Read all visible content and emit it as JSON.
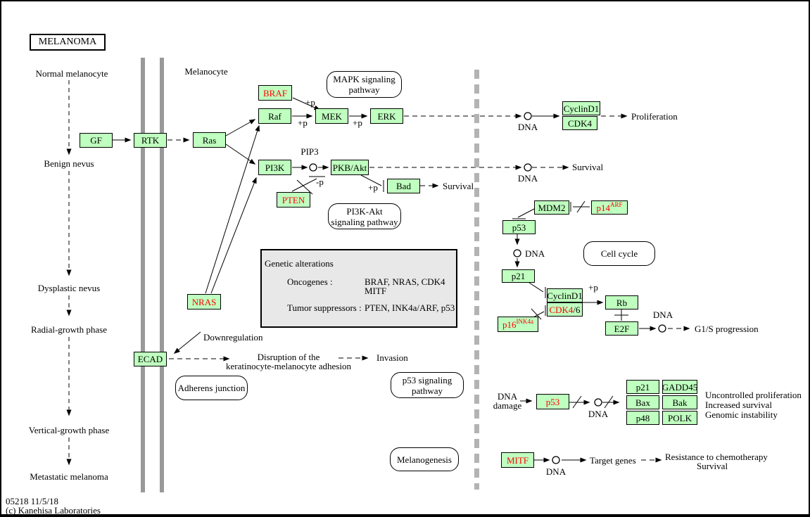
{
  "title": "MELANOMA",
  "cell_label": "Melanocyte",
  "progression": {
    "stages": [
      "Normal melanocyte",
      "Benign nevus",
      "Dysplastic nevus",
      "Radial-growth phase",
      "Vertical-growth phase",
      "Metastatic melanoma"
    ]
  },
  "genes": {
    "gf": "GF",
    "rtk": "RTK",
    "ras": "Ras",
    "braf": "BRAF",
    "raf": "Raf",
    "mek": "MEK",
    "erk": "ERK",
    "pi3k": "PI3K",
    "pkb_akt": "PKB/Akt",
    "pten": "PTEN",
    "bad": "Bad",
    "cyclind1": "CyclinD1",
    "cdk4": "CDK4",
    "nras": "NRAS",
    "ecad": "ECAD",
    "mdm2": "MDM2",
    "p14": {
      "base": "p14",
      "sup": "ARF"
    },
    "p53": "p53",
    "p21": "p21",
    "cdk46": {
      "mut": "CDK4",
      "rest": "/6"
    },
    "p16": {
      "base": "p16",
      "sup": "INK4a"
    },
    "rb": "Rb",
    "e2f": "E2F",
    "gadd45": "GADD45",
    "bax": "Bax",
    "bak": "Bak",
    "p48": "p48",
    "polk": "POLK",
    "mitf": "MITF"
  },
  "pathway_boxes": {
    "mapk": {
      "line1": "MAPK signaling",
      "line2": "pathway"
    },
    "pi3k_akt": {
      "line1": "PI3K-Akt",
      "line2": "signaling pathway"
    },
    "cell_cycle": {
      "line1": "Cell cycle"
    },
    "adherens": {
      "line1": "Adherens junction"
    },
    "p53_signaling": {
      "line1": "p53 signaling",
      "line2": "pathway"
    },
    "melanogenesis": {
      "line1": "Melanogenesis"
    }
  },
  "labels": {
    "pip3": "PIP3",
    "plus_p": "+p",
    "minus_p": "-p",
    "dna": "DNA",
    "proliferation": "Proliferation",
    "survival": "Survival",
    "g1s": "G1/S progression",
    "downregulation": "Downregulation",
    "disruption_line1": "Disruption of the",
    "disruption_line2": "keratinocyte-melanocyte adhesion",
    "invasion": "Invasion",
    "dna_damage_line1": "DNA",
    "dna_damage_line2": "damage",
    "uncontrolled_proliferation": "Uncontrolled proliferation",
    "increased_survival": "Increased survival",
    "genomic_instability": "Genomic instability",
    "target_genes": "Target genes",
    "resistance": "Resistance to chemotherapy"
  },
  "legend": {
    "title": "Genetic alterations",
    "oncogenes_label": "Oncogenes :",
    "oncogenes_value_line1": "BRAF, NRAS, CDK4",
    "oncogenes_value_line2": "MITF",
    "suppressors_label": "Tumor suppressors :",
    "suppressors_value": "PTEN, INK4a/ARF, p53"
  },
  "footer": {
    "pathway_id": "05218 11/5/18",
    "copyright": "(c) Kanehisa Laboratories"
  },
  "colors": {
    "gene_fill": "#bfffbf",
    "mutated_text": "#ff0000",
    "membrane": "#999999",
    "nuclear_membrane": "#b3b3b3",
    "legend_fill": "#e8e8e8",
    "line": "#000000"
  }
}
